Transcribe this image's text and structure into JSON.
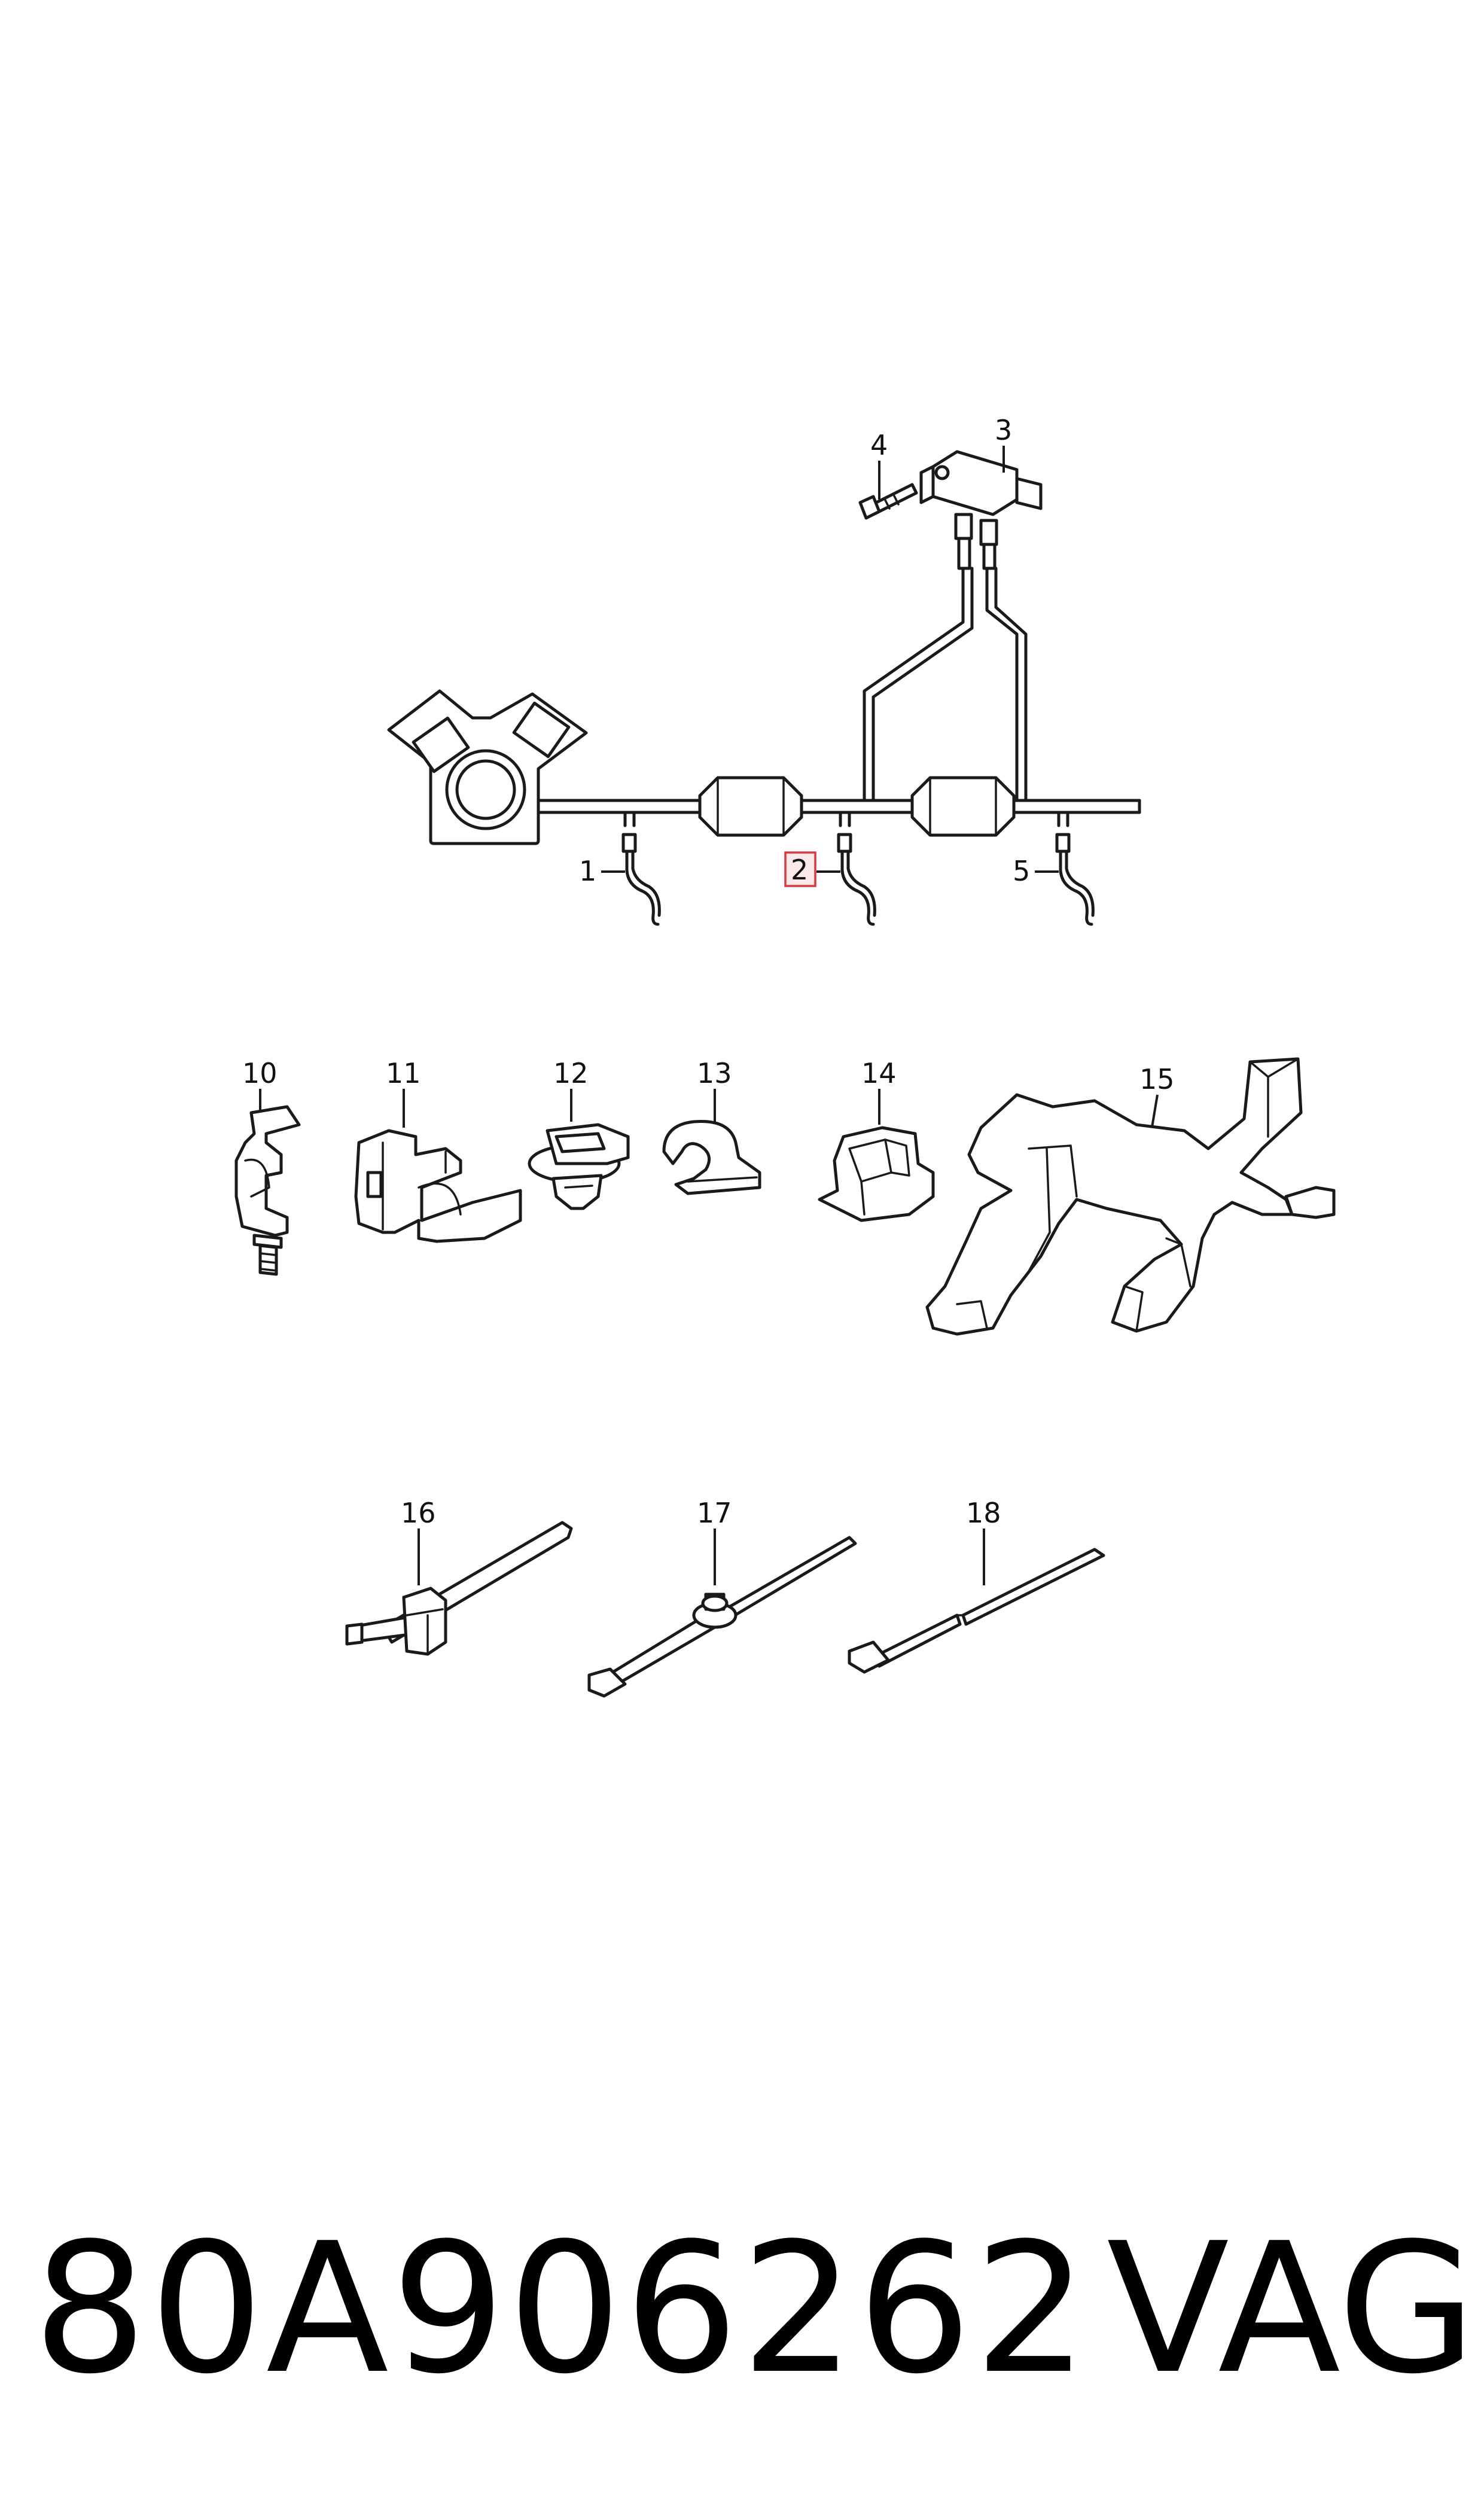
{
  "labels": {
    "c1": "1",
    "c2": "2",
    "c3": "3",
    "c4": "4",
    "c5": "5",
    "c10": "10",
    "c11": "11",
    "c12": "12",
    "c13": "13",
    "c14": "14",
    "c15": "15",
    "c16": "16",
    "c17": "17",
    "c18": "18"
  },
  "highlight_color": "#d9393f",
  "footer": {
    "part_number": "80A906262",
    "brand": "VAG"
  }
}
